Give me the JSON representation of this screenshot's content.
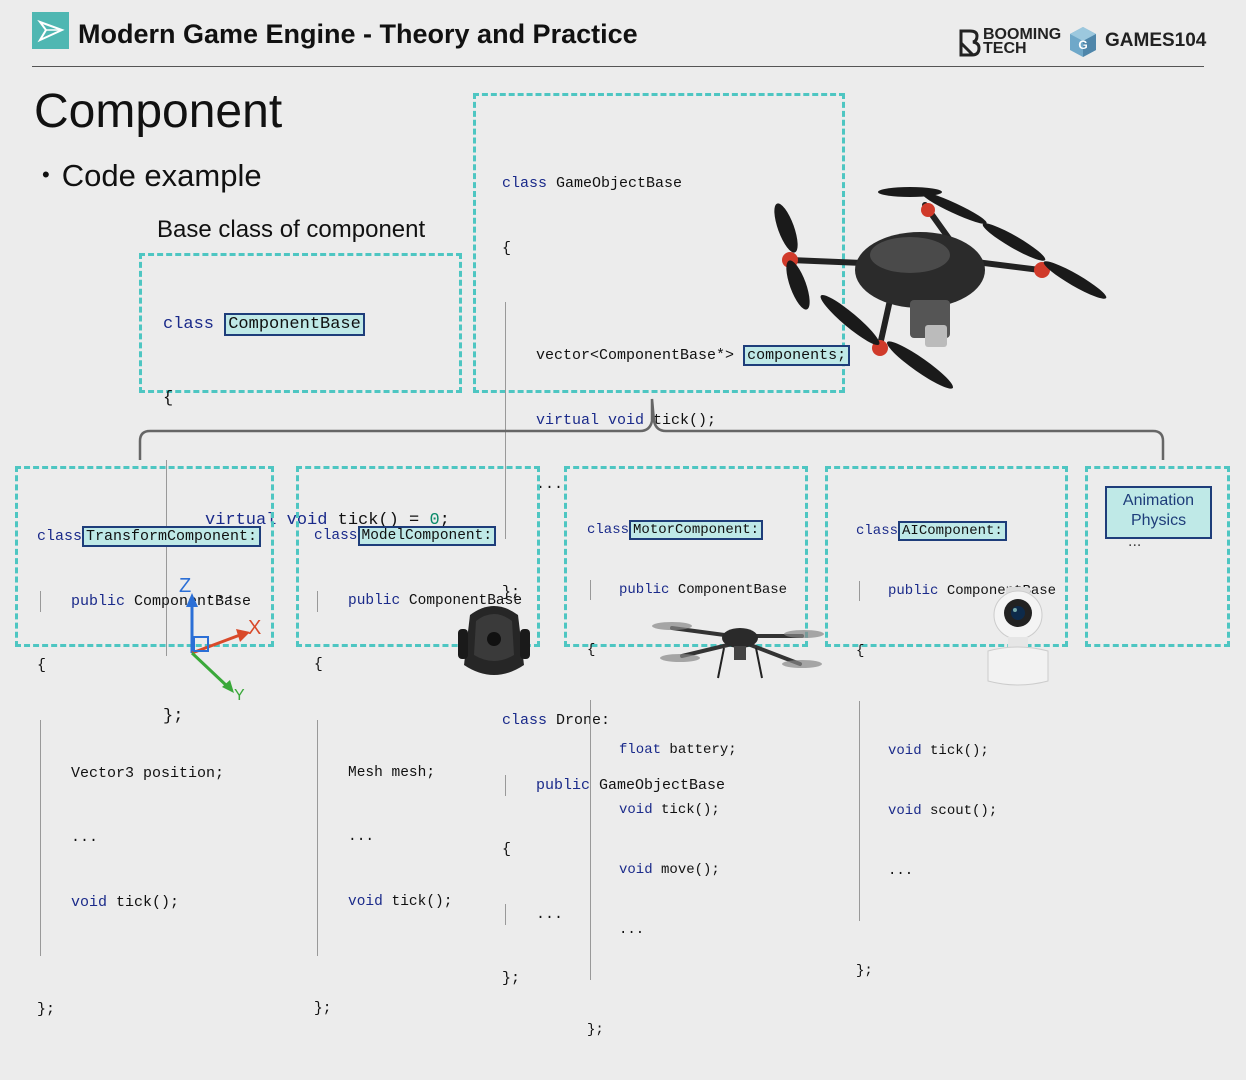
{
  "header": {
    "title": "Modern Game Engine - Theory and Practice",
    "brand_booming_line1": "BOOMING",
    "brand_booming_line2": "TECH",
    "brand_games": "GAMES104"
  },
  "slide": {
    "heading": "Component",
    "bullet_marker": "•",
    "bullet": "Code example",
    "base_caption": "Base class of component"
  },
  "base_class": {
    "class_kw": "class",
    "name": "ComponentBase",
    "open": "{",
    "virtual_kw": "virtual void",
    "method": "tick() = ",
    "zero": "0",
    "semi": ";",
    "ellipsis": "...",
    "close": "};"
  },
  "game_object": {
    "class_kw": "class",
    "name": "GameObjectBase",
    "open": "{",
    "member_type": "vector<ComponentBase*>",
    "member_name": "components;",
    "virtual_kw": "virtual void",
    "method": "tick();",
    "ellipsis": "...",
    "close": "};"
  },
  "drone": {
    "class_kw": "class",
    "name": "Drone:",
    "public_kw": "public",
    "base": "GameObjectBase",
    "open": "{",
    "ellipsis": "...",
    "close": "};"
  },
  "components": {
    "transform": {
      "class_kw": "class",
      "name": "TransformComponent:",
      "public_kw": "public",
      "base": "ComponentBase",
      "open": "{",
      "field": "Vector3 position;",
      "ellipsis": "...",
      "void_kw": "void",
      "method": "tick();",
      "close": "};",
      "axis_z": "Z",
      "axis_x": "X",
      "axis_y": "Y"
    },
    "model": {
      "class_kw": "class",
      "name": "ModelComponent:",
      "public_kw": "public",
      "base": "ComponentBase",
      "open": "{",
      "field": "Mesh mesh;",
      "ellipsis": "...",
      "void_kw": "void",
      "method": "tick();",
      "close": "};"
    },
    "motor": {
      "class_kw": "class",
      "name": "MotorComponent:",
      "public_kw": "public",
      "base": "ComponentBase",
      "open": "{",
      "float_kw": "float",
      "field": "battery;",
      "void_kw": "void",
      "method1": "tick();",
      "method2": "move();",
      "ellipsis": "...",
      "close": "};"
    },
    "ai": {
      "class_kw": "class",
      "name": "AIComponent:",
      "public_kw": "public",
      "base": "ComponentBase",
      "open": "{",
      "void_kw": "void",
      "method1": "tick();",
      "method2": "scout();",
      "ellipsis": "...",
      "close": "};"
    },
    "others": {
      "line1": "Animation",
      "line2": "Physics",
      "ellipsis": "..."
    }
  },
  "colors": {
    "accent": "#4ec6c2",
    "highlight_fill": "#bfe9e7",
    "highlight_border": "#1e3d7a",
    "keyword": "#1a2a8a",
    "number": "#0a8a6a",
    "background": "#ececec"
  },
  "icons": [
    "slide-logo-icon",
    "booming-tech-logo-icon",
    "games104-logo-icon",
    "quadcopter-drone-image",
    "folded-drone-image",
    "small-drone-image",
    "security-camera-image",
    "xyz-axes-icon"
  ]
}
